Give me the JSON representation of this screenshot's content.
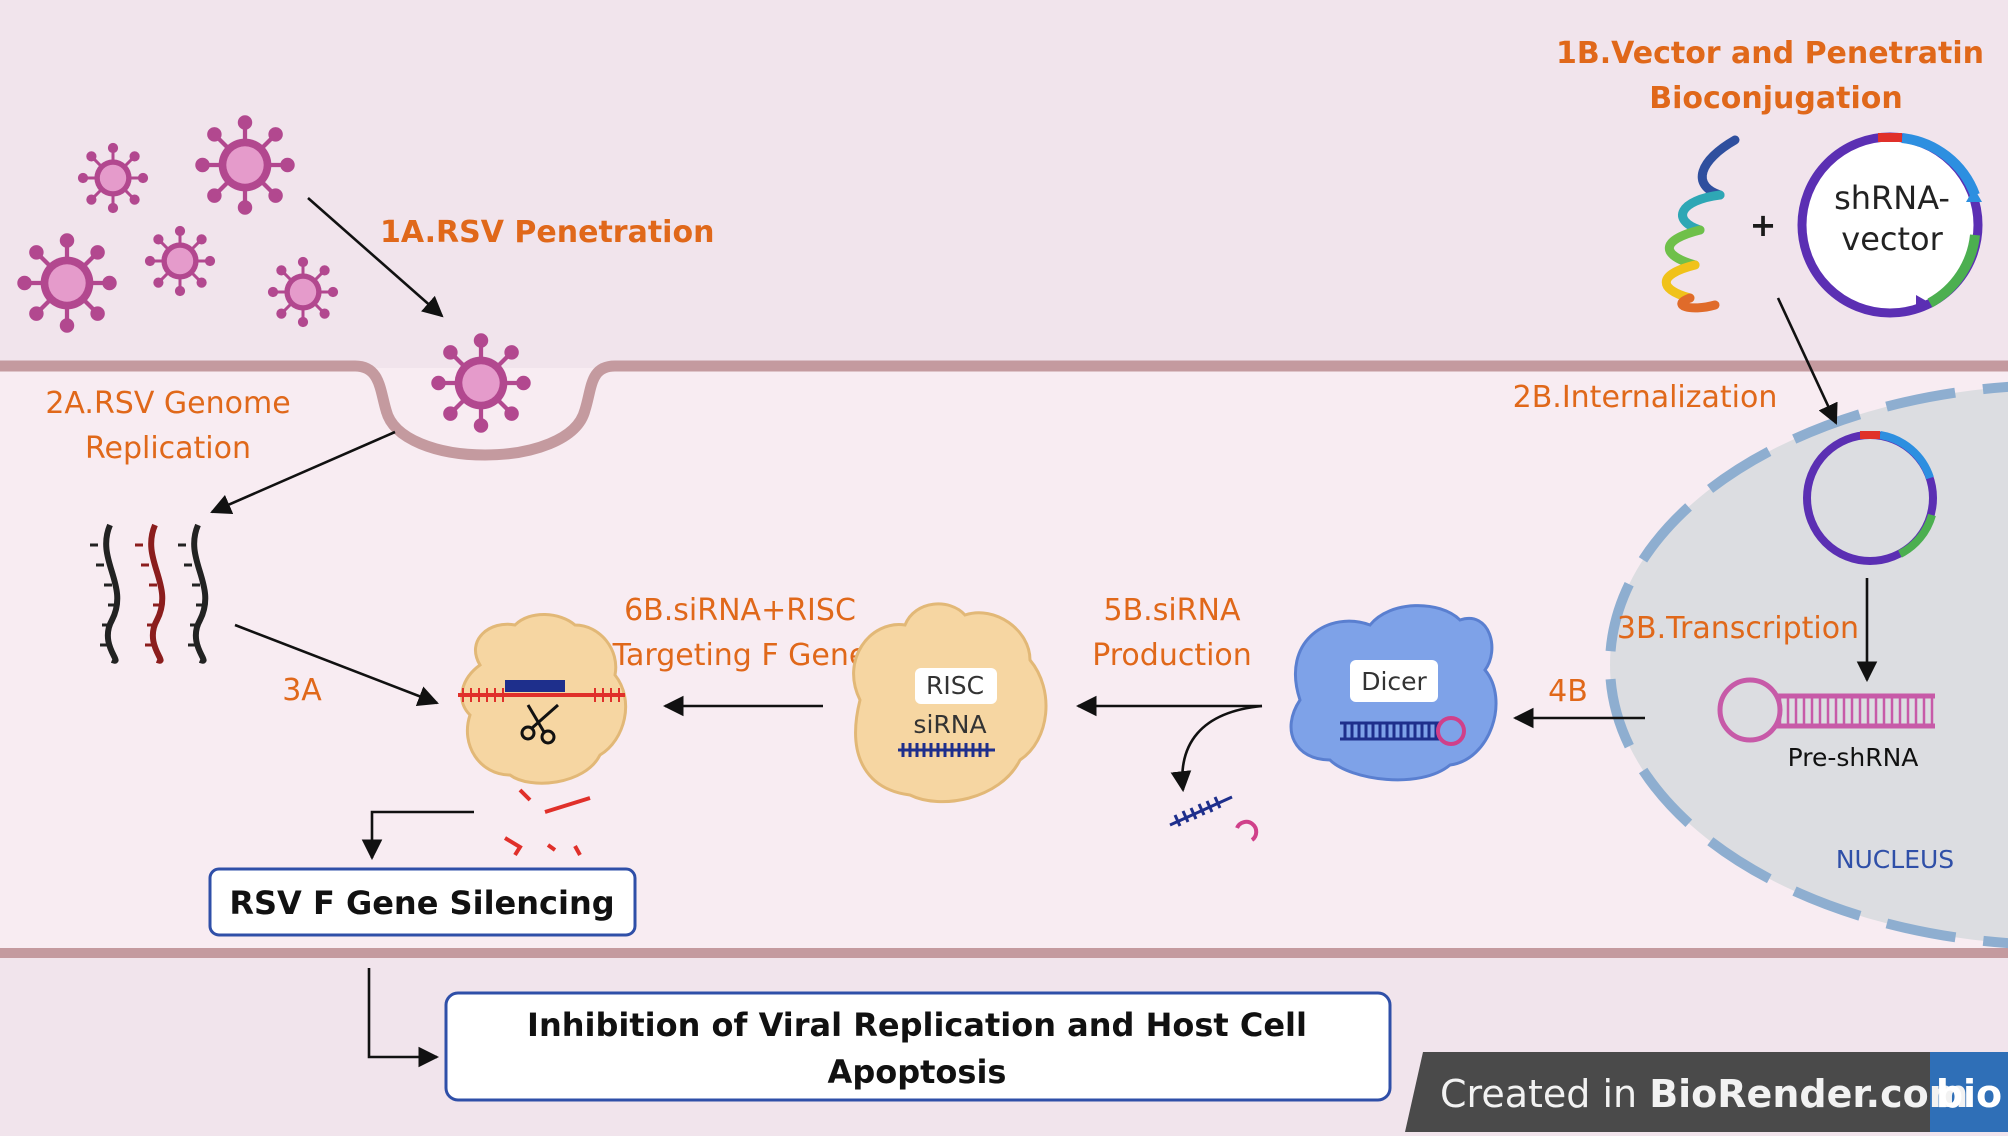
{
  "steps": {
    "s1a": "1A.RSV Penetration",
    "s1b_line1": "1B.Vector and Penetratin",
    "s1b_line2": "Bioconjugation",
    "s2a_line1": "2A.RSV Genome",
    "s2a_line2": "Replication",
    "s2b": "2B.Internalization",
    "s3a": "3A",
    "s3b": "3B.Transcription",
    "s4b": "4B",
    "s5b_line1": "5B.siRNA",
    "s5b_line2": "Production",
    "s6b_line1": "6B.siRNA+RISC",
    "s6b_line2": "Targeting F Gene"
  },
  "molecules": {
    "shrna_vector_line1": "shRNA-",
    "shrna_vector_line2": "vector",
    "plus": "+",
    "pre_shrna": "Pre-shRNA",
    "dicer": "Dicer",
    "risc": "RISC",
    "sirna": "siRNA",
    "nucleus": "NUCLEUS"
  },
  "outcomes": {
    "silencing": "RSV F Gene Silencing",
    "inhibition_line1": "Inhibition of Viral Replication and Host Cell",
    "inhibition_line2": "Apoptosis"
  },
  "watermark": {
    "prefix": "Created in ",
    "brand": "BioRender.com",
    "logo": "bio"
  },
  "colors": {
    "extracellular_bg": "#f1e4ec",
    "cytoplasm_bg": "#f8ecf2",
    "membrane": "#c49a9f",
    "step_label": "#e0681a",
    "nucleus_fill": "#dcdde1",
    "nucleus_border": "#8eaed0",
    "virus": "#b2488f",
    "outcome_box_border": "#2f4fa8",
    "brand_bar": "#4a4a4a",
    "brand_logo": "#2f6fb7"
  }
}
